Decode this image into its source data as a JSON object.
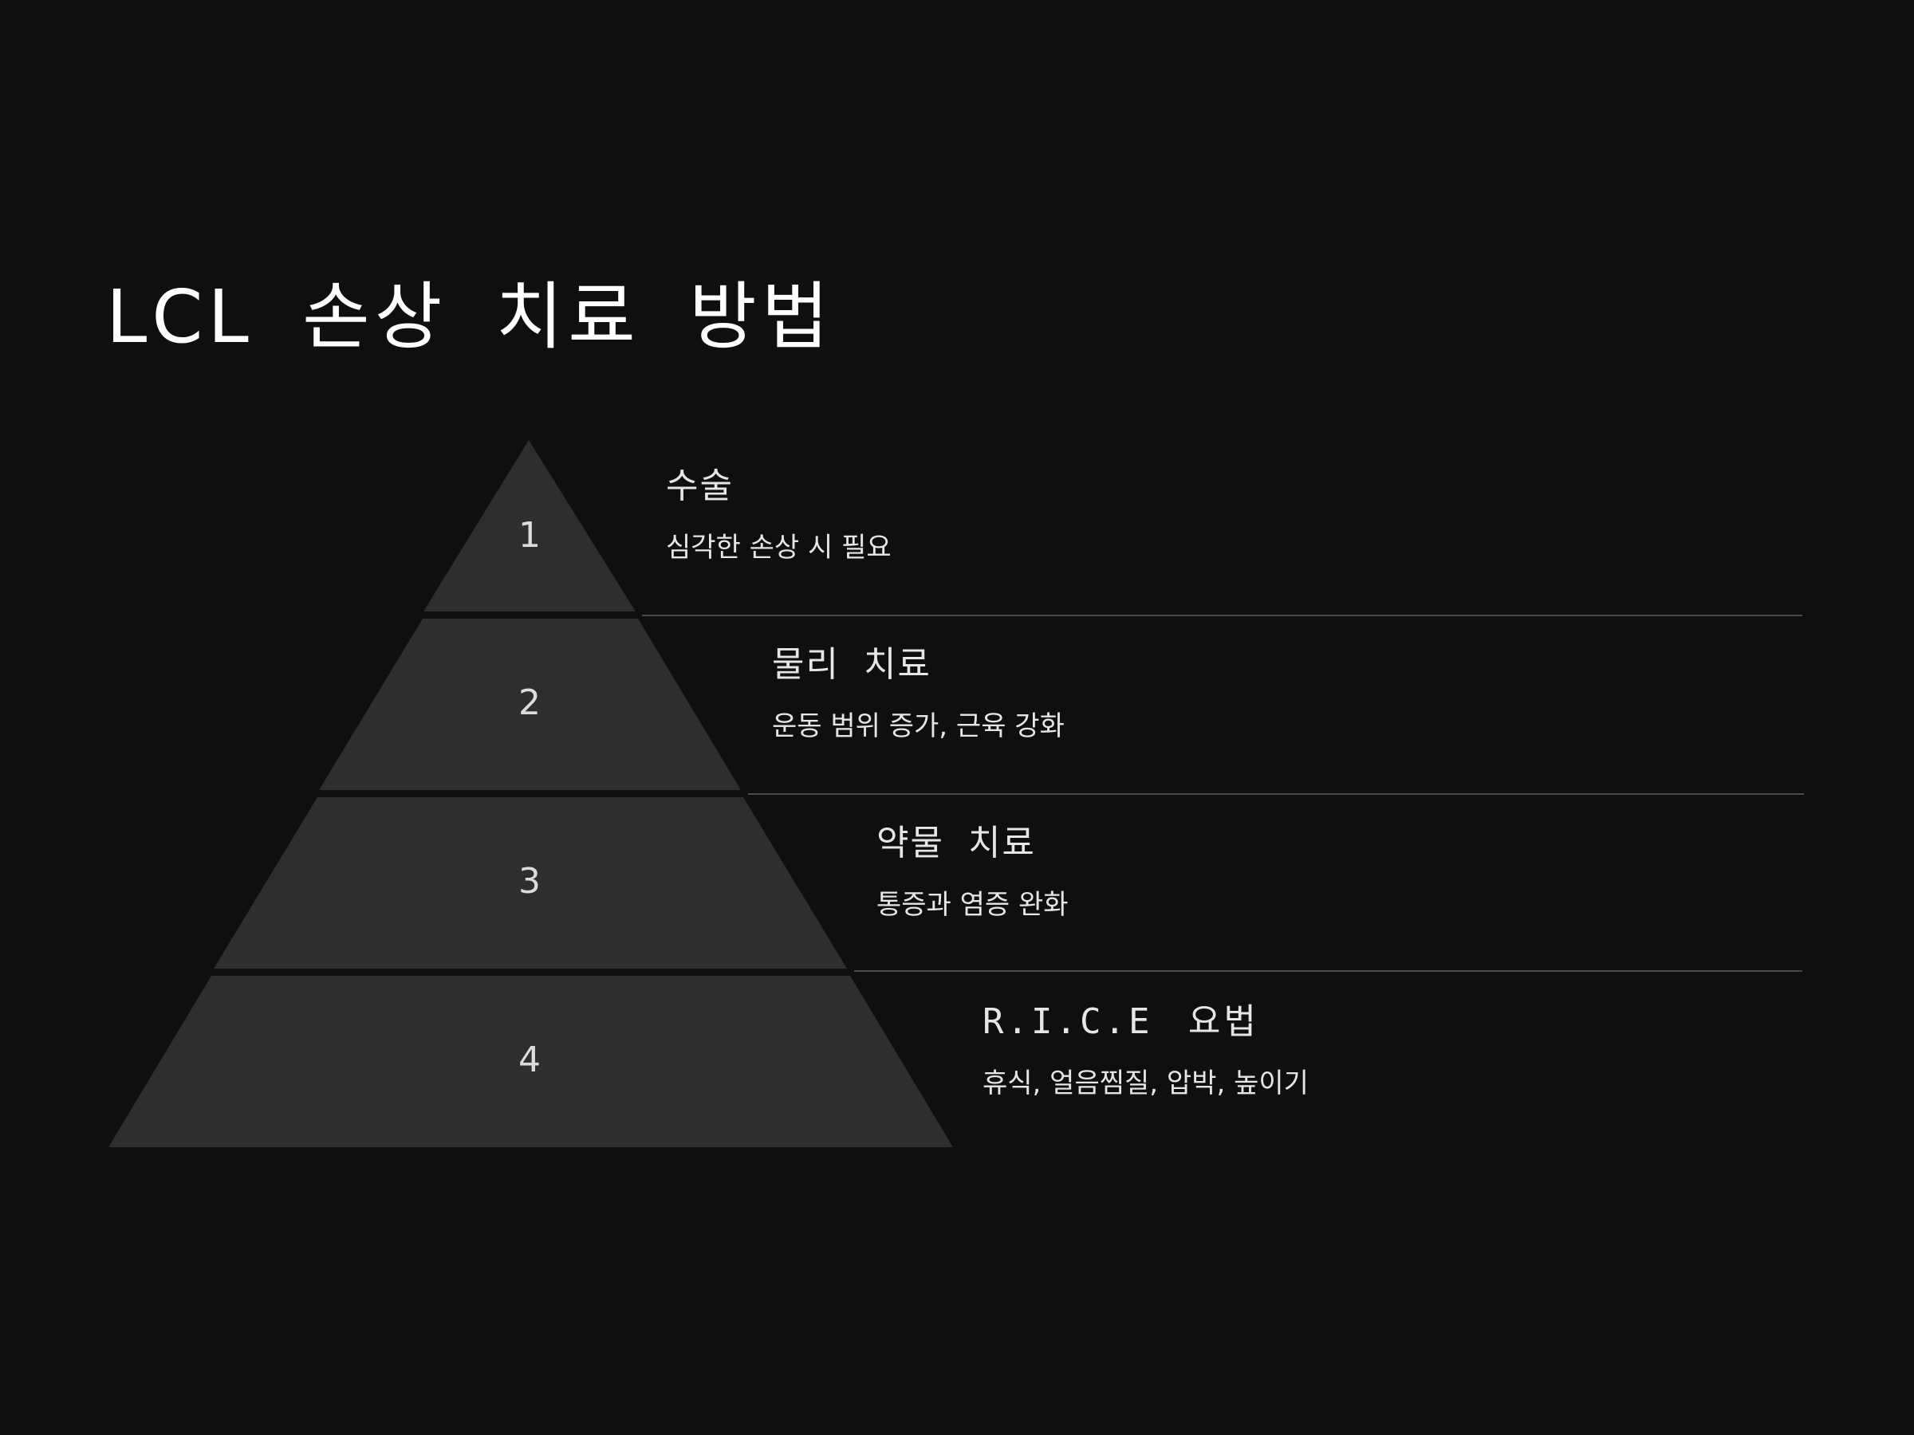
{
  "title": "LCL 손상 치료 방법",
  "colors": {
    "background": "#0f0f0f",
    "pyramid_fill": "#2e2e2e",
    "divider": "#4a4a4a",
    "text": "#e6e6e6"
  },
  "levels": [
    {
      "number": "1",
      "heading": "수술",
      "description": "심각한 손상 시 필요"
    },
    {
      "number": "2",
      "heading": "물리 치료",
      "description": "운동 범위 증가, 근육 강화"
    },
    {
      "number": "3",
      "heading": "약물 치료",
      "description": "통증과 염증 완화"
    },
    {
      "number": "4",
      "heading": "R.I.C.E 요법",
      "description": "휴식, 얼음찜질, 압박, 높이기"
    }
  ]
}
